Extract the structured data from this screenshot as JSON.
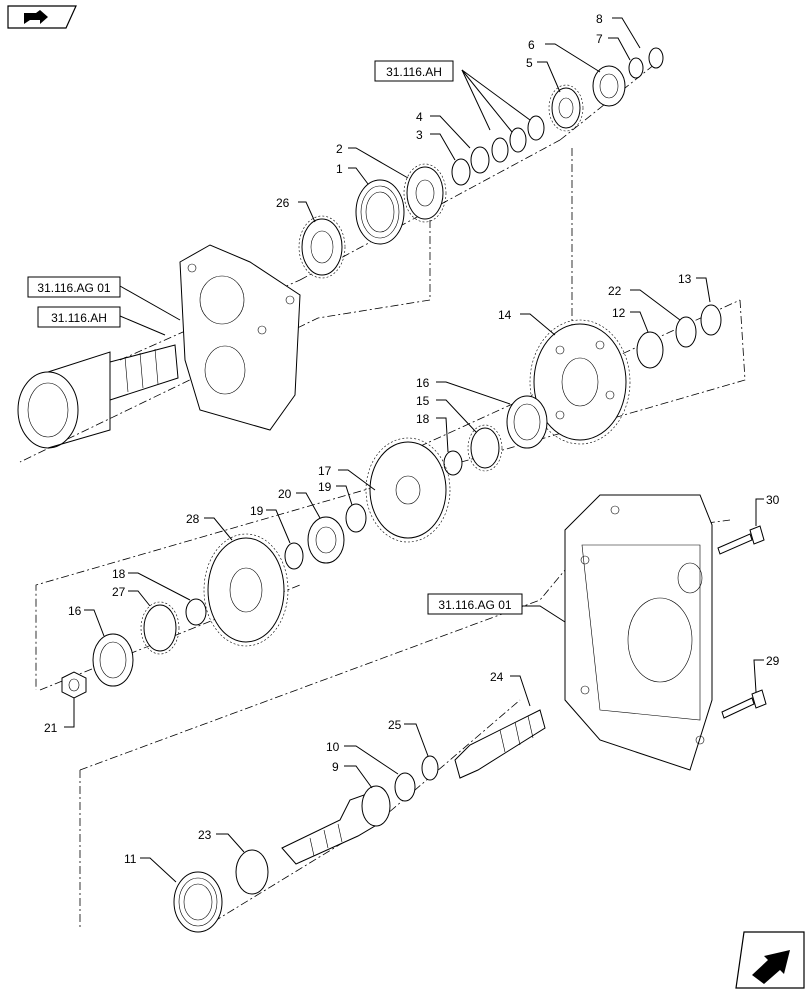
{
  "refs": {
    "ah_top": "31.116.AH",
    "ag01_left": "31.116.AG 01",
    "ah_left": "31.116.AH",
    "ag01_right": "31.116.AG 01"
  },
  "labels": {
    "p1": "1",
    "p2": "2",
    "p3": "3",
    "p4": "4",
    "p5": "5",
    "p6": "6",
    "p7": "7",
    "p8": "8",
    "p9": "9",
    "p10": "10",
    "p11": "11",
    "p12": "12",
    "p13": "13",
    "p14": "14",
    "p15": "15",
    "p16a": "16",
    "p16b": "16",
    "p17": "17",
    "p18a": "18",
    "p18b": "18",
    "p19a": "19",
    "p19b": "19",
    "p20": "20",
    "p21": "21",
    "p22": "22",
    "p23": "23",
    "p24": "24",
    "p25": "25",
    "p26": "26",
    "p27": "27",
    "p28": "28",
    "p29": "29",
    "p30": "30"
  },
  "icons": {
    "top_left": "book-arrow-icon",
    "bottom_right": "next-page-arrow-icon"
  }
}
